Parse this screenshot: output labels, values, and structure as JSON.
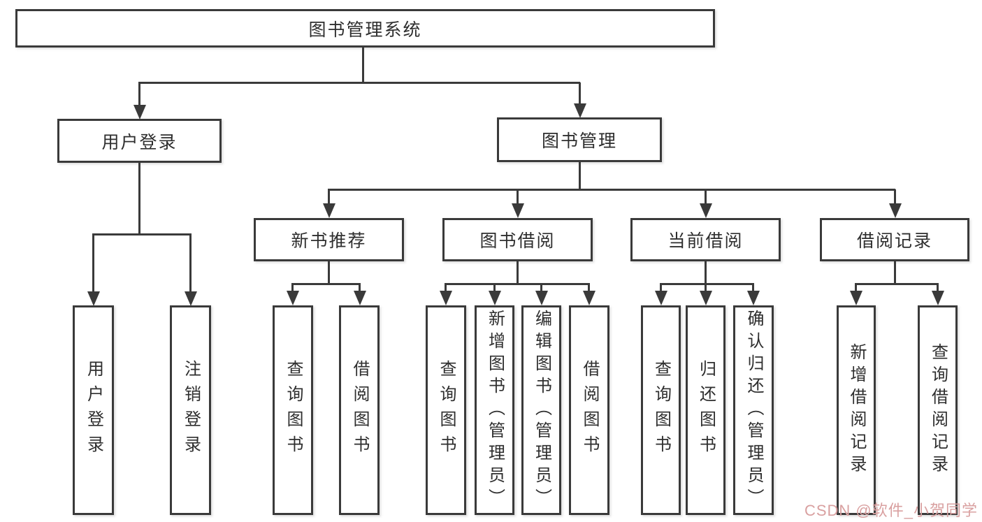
{
  "diagram": {
    "root": {
      "label": "图书管理系统"
    },
    "branches": [
      {
        "label": "用户登录",
        "children": [
          {
            "label": "用户登录"
          },
          {
            "label": "注销登录"
          }
        ]
      },
      {
        "label": "图书管理",
        "sections": [
          {
            "label": "新书推荐",
            "children": [
              {
                "label": "查询图书"
              },
              {
                "label": "借阅图书"
              }
            ]
          },
          {
            "label": "图书借阅",
            "children": [
              {
                "label": "查询图书"
              },
              {
                "label": "新增图书（管理员）"
              },
              {
                "label": "编辑图书（管理员）"
              },
              {
                "label": "借阅图书"
              }
            ]
          },
          {
            "label": "当前借阅",
            "children": [
              {
                "label": "查询图书"
              },
              {
                "label": "归还图书"
              },
              {
                "label": "确认归还（管理员）"
              }
            ]
          },
          {
            "label": "借阅记录",
            "children": [
              {
                "label": "新增借阅记录"
              },
              {
                "label": "查询借阅记录"
              }
            ]
          }
        ]
      }
    ]
  },
  "watermark": {
    "text": "CSDN @软件_小贺同学",
    "color": "#d9a0a0"
  },
  "colors": {
    "line": "#3a3a3a",
    "text": "#2e2e2e",
    "background": "#ffffff"
  }
}
